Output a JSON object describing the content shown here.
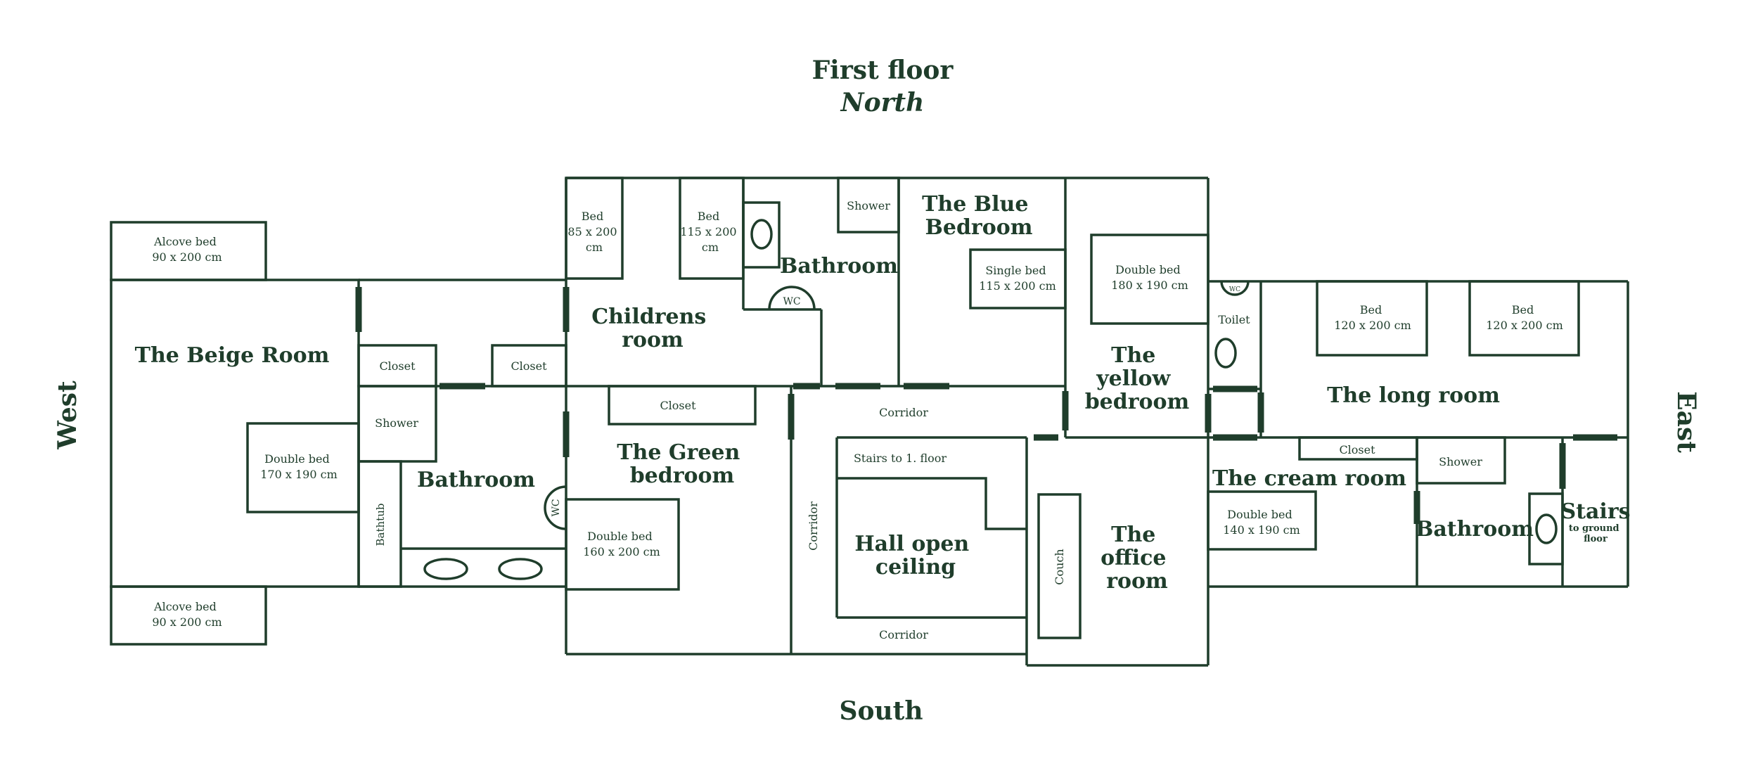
{
  "title": "First floor",
  "north": "North",
  "south": "South",
  "west": "West",
  "east": "East",
  "rooms": {
    "beige": "The Beige Room",
    "childrens": [
      "Childrens",
      "room"
    ],
    "green": [
      "The Green",
      "bedroom"
    ],
    "blue": [
      "The Blue",
      "Bedroom"
    ],
    "bathroom_top": "Bathroom",
    "bathroom_west": "Bathroom",
    "bathroom_east": "Bathroom",
    "yellow": [
      "The",
      "yellow",
      "bedroom"
    ],
    "long": "The long room",
    "cream": "The cream room",
    "hall": [
      "Hall open",
      "ceiling"
    ],
    "office": [
      "The",
      "office",
      "room"
    ],
    "stairs": "Stairs",
    "stairs_sub": [
      "to ground",
      "floor"
    ]
  },
  "labels": {
    "alcove_top": [
      "Alcove bed",
      "90 x 200 cm"
    ],
    "alcove_bottom": [
      "Alcove bed",
      "90 x 200 cm"
    ],
    "bed_85": [
      "Bed",
      "85 x 200",
      "cm"
    ],
    "bed_115": [
      "Bed",
      "115 x 200",
      "cm"
    ],
    "shower_top": "Shower",
    "single_bed": [
      "Single bed",
      "115 x 200 cm"
    ],
    "double_bed_yellow": [
      "Double bed",
      "180 x 190 cm"
    ],
    "wc_bath_top": "WC",
    "wc_toilet": "WC",
    "toilet": "Toilet",
    "bed_long_1": [
      "Bed",
      "120 x 200 cm"
    ],
    "bed_long_2": [
      "Bed",
      "120 x 200 cm"
    ],
    "closet_1": "Closet",
    "closet_2": "Closet",
    "closet_green": "Closet",
    "closet_cream": "Closet",
    "shower_west": "Shower",
    "double_bed_beige": [
      "Double bed",
      "170 x 190 cm"
    ],
    "bathtub": "Bathtub",
    "wc_west": "WC",
    "double_bed_green": [
      "Double bed",
      "160 x 200 cm"
    ],
    "corridor_top": "Corridor",
    "corridor_left": "Corridor",
    "corridor_bottom": "Corridor",
    "stairs_1": "Stairs to 1. floor",
    "couch": "Couch",
    "double_bed_cream": [
      "Double bed",
      "140 x 190 cm"
    ],
    "shower_east": "Shower"
  },
  "colors": {
    "ink": "#1f3d2b",
    "background": "#ffffff"
  }
}
